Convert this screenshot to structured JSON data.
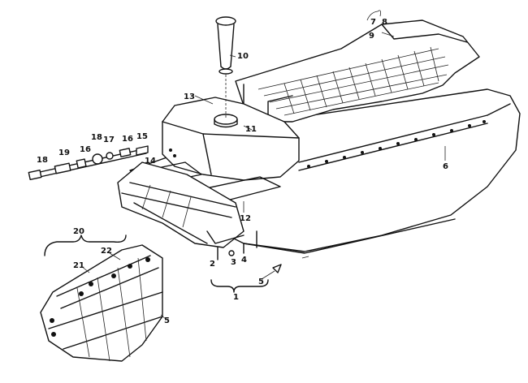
{
  "callouts": [
    {
      "id": "1",
      "text": "1"
    },
    {
      "id": "2",
      "text": "2"
    },
    {
      "id": "3",
      "text": "3"
    },
    {
      "id": "4",
      "text": "4"
    },
    {
      "id": "5a",
      "text": "5"
    },
    {
      "id": "5b",
      "text": "5"
    },
    {
      "id": "6",
      "text": "6"
    },
    {
      "id": "7",
      "text": "7"
    },
    {
      "id": "8",
      "text": "8"
    },
    {
      "id": "9",
      "text": "9"
    },
    {
      "id": "10",
      "text": "10"
    },
    {
      "id": "11",
      "text": "11"
    },
    {
      "id": "12",
      "text": "12"
    },
    {
      "id": "13",
      "text": "13"
    },
    {
      "id": "14",
      "text": "14"
    },
    {
      "id": "15",
      "text": "15"
    },
    {
      "id": "16a",
      "text": "16"
    },
    {
      "id": "16b",
      "text": "16"
    },
    {
      "id": "17",
      "text": "17"
    },
    {
      "id": "18a",
      "text": "18"
    },
    {
      "id": "18b",
      "text": "18"
    },
    {
      "id": "19",
      "text": "19"
    },
    {
      "id": "20",
      "text": "20"
    },
    {
      "id": "21",
      "text": "21"
    },
    {
      "id": "22",
      "text": "22"
    }
  ]
}
